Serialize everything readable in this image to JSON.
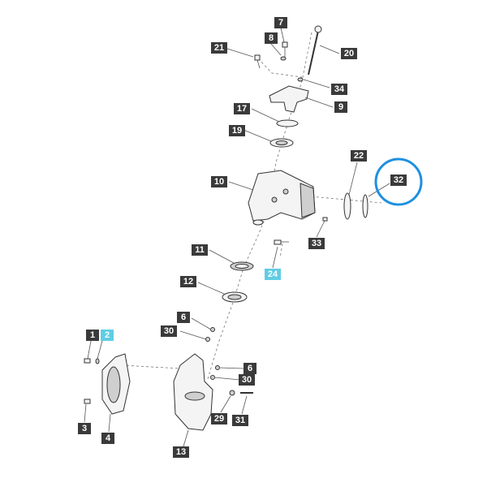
{
  "labels": [
    {
      "id": "l7",
      "text": "7",
      "highlight": false
    },
    {
      "id": "l8",
      "text": "8",
      "highlight": false
    },
    {
      "id": "l21",
      "text": "21",
      "highlight": false
    },
    {
      "id": "l20",
      "text": "20",
      "highlight": false
    },
    {
      "id": "l34",
      "text": "34",
      "highlight": false
    },
    {
      "id": "l9",
      "text": "9",
      "highlight": false
    },
    {
      "id": "l17",
      "text": "17",
      "highlight": false
    },
    {
      "id": "l19",
      "text": "19",
      "highlight": false
    },
    {
      "id": "l22",
      "text": "22",
      "highlight": false
    },
    {
      "id": "l32",
      "text": "32",
      "highlight": false
    },
    {
      "id": "l10",
      "text": "10",
      "highlight": false
    },
    {
      "id": "l33",
      "text": "33",
      "highlight": false
    },
    {
      "id": "l11",
      "text": "11",
      "highlight": false
    },
    {
      "id": "l24",
      "text": "24",
      "highlight": true
    },
    {
      "id": "l12",
      "text": "12",
      "highlight": false
    },
    {
      "id": "l6a",
      "text": "6",
      "highlight": false
    },
    {
      "id": "l30a",
      "text": "30",
      "highlight": false
    },
    {
      "id": "l1",
      "text": "1",
      "highlight": false
    },
    {
      "id": "l2",
      "text": "2",
      "highlight": true
    },
    {
      "id": "l6b",
      "text": "6",
      "highlight": false
    },
    {
      "id": "l30b",
      "text": "30",
      "highlight": false
    },
    {
      "id": "l29",
      "text": "29",
      "highlight": false
    },
    {
      "id": "l31",
      "text": "31",
      "highlight": false
    },
    {
      "id": "l3",
      "text": "3",
      "highlight": false
    },
    {
      "id": "l4",
      "text": "4",
      "highlight": false
    },
    {
      "id": "l13",
      "text": "13",
      "highlight": false
    }
  ],
  "colors": {
    "label_bg": "#3a3a3a",
    "label_highlight_bg": "#5fcde4",
    "circle_highlight": "#1e90e0"
  },
  "highlighted_part": "32"
}
